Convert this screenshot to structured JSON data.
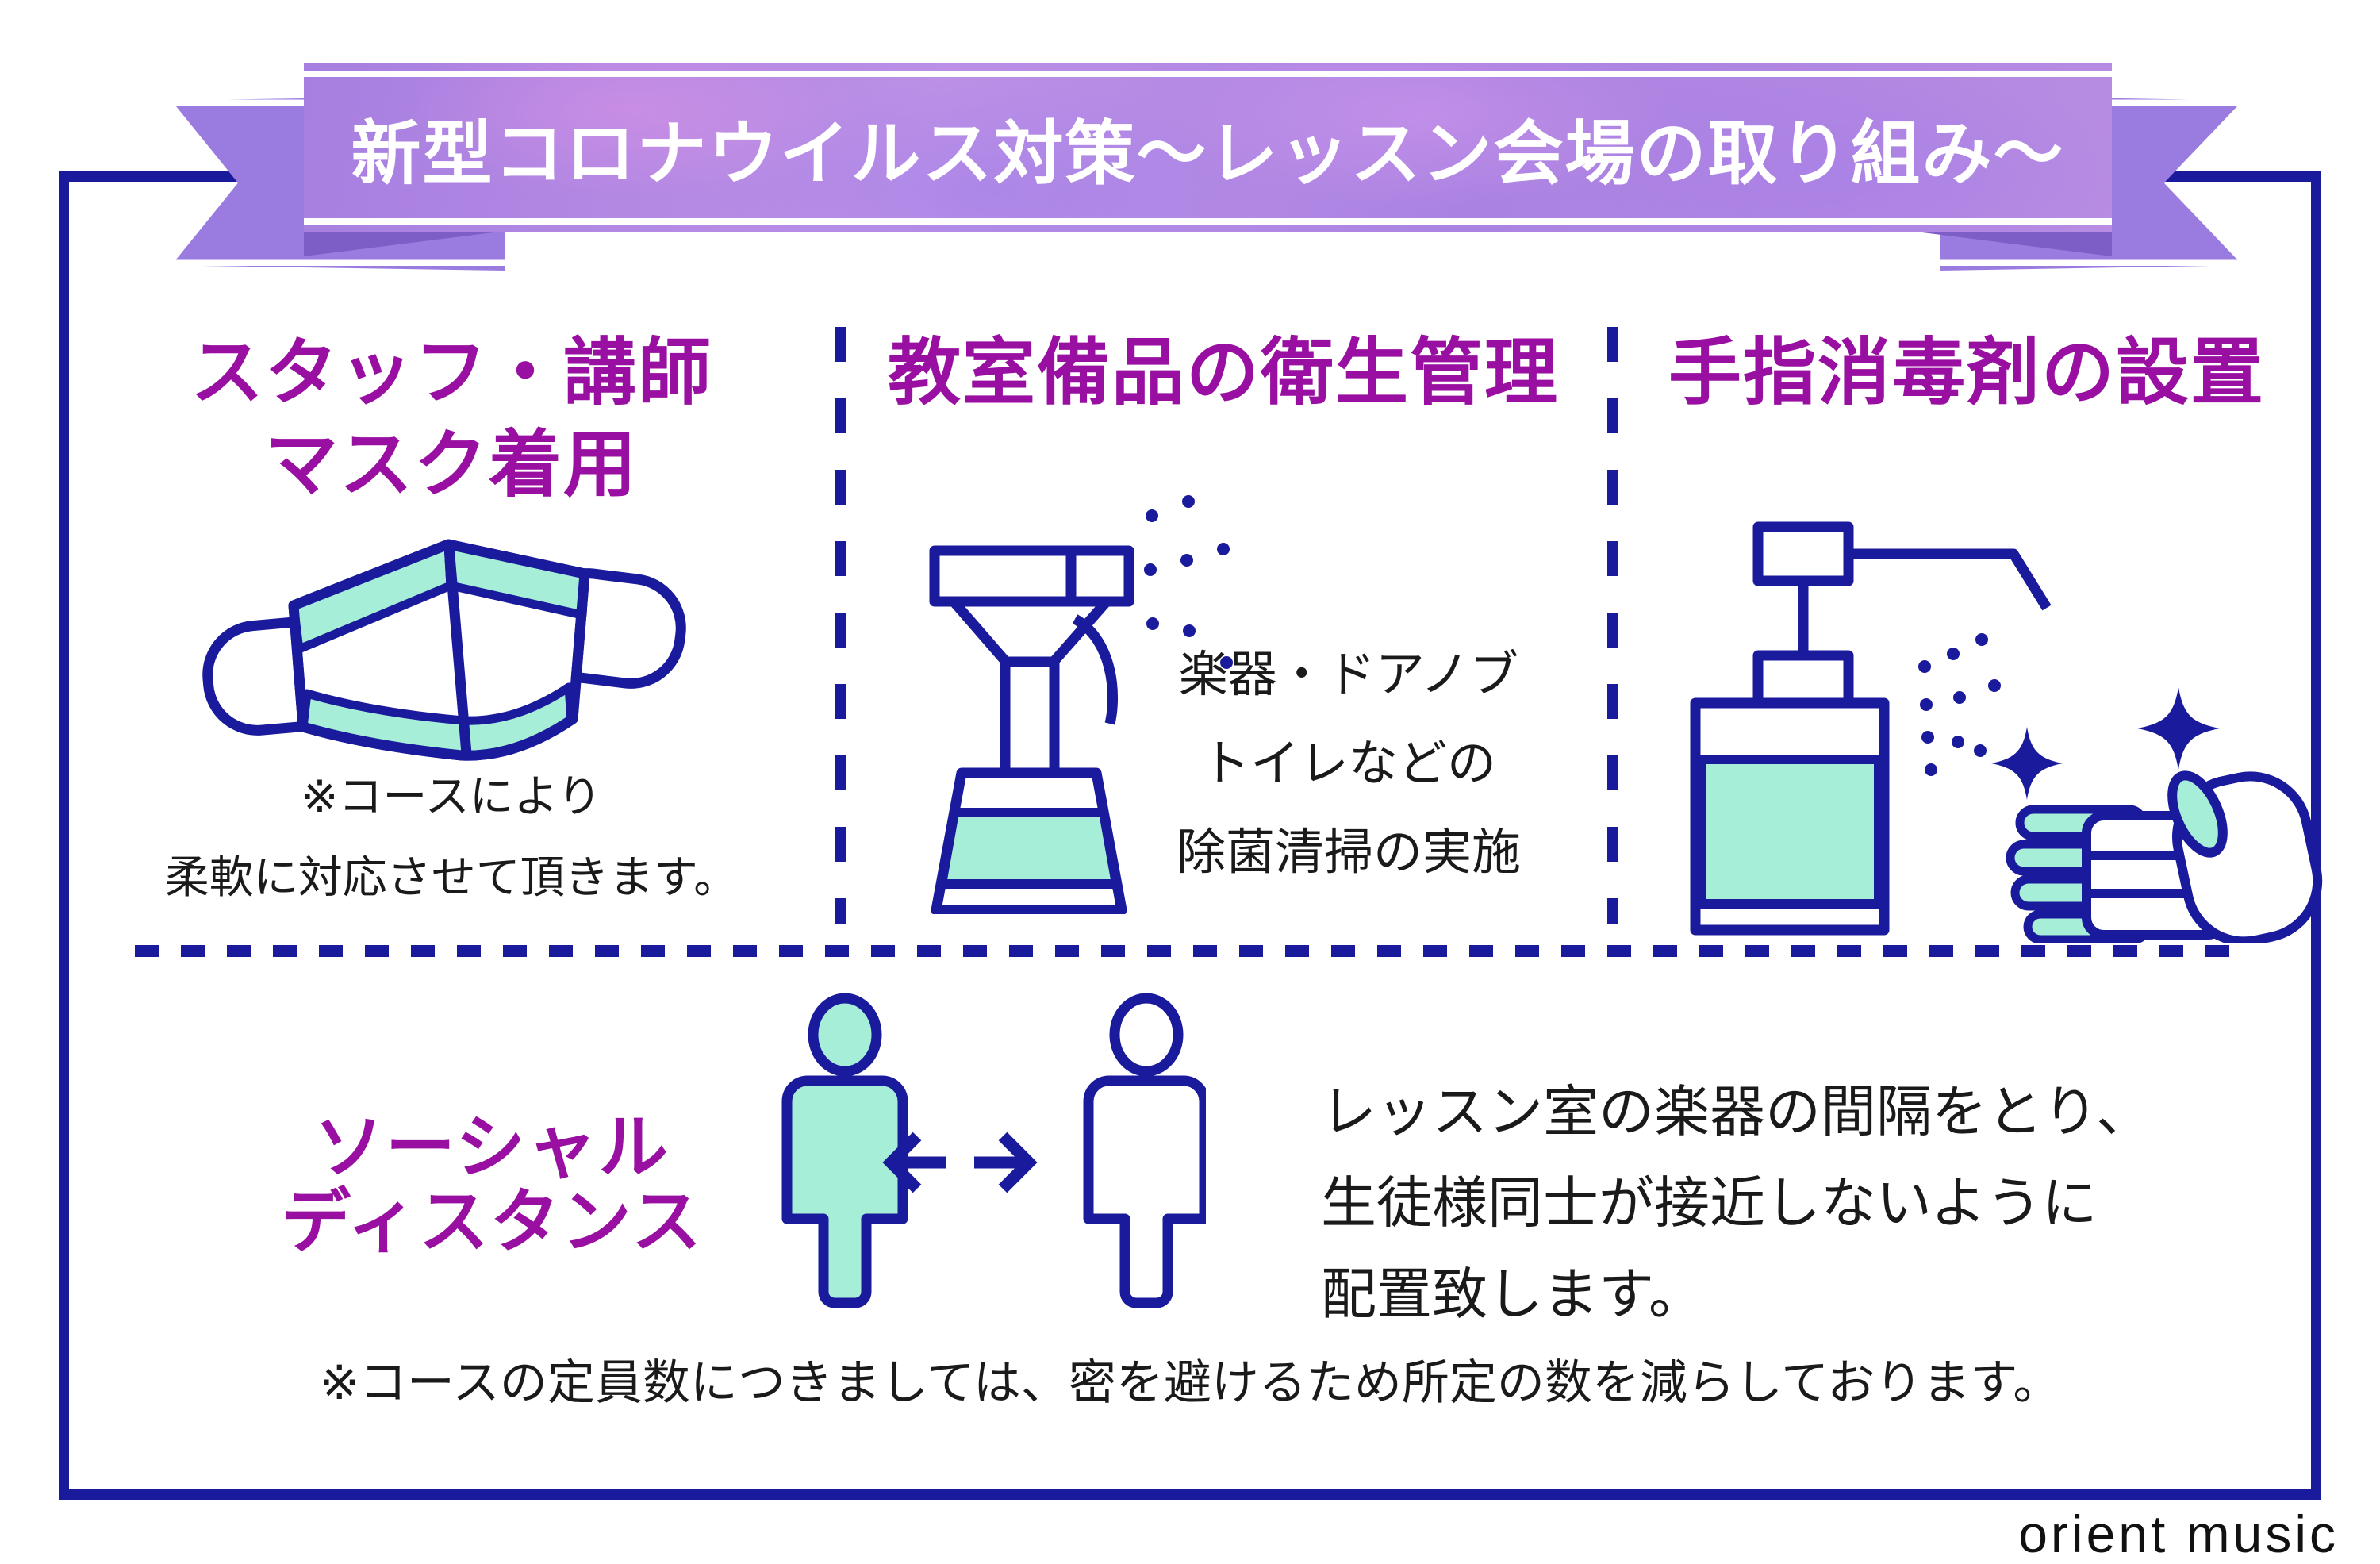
{
  "banner": {
    "title": "新型コロナウイルス対策～レッスン会場の取り組み～"
  },
  "columns": [
    {
      "id": "staff-mask",
      "heading_line1": "スタッフ・講師",
      "heading_line2": "マスク着用",
      "icon": "face-mask-icon",
      "note_line1": "※コースにより",
      "note_line2": "柔軟に対応させて頂きます。"
    },
    {
      "id": "equipment-hygiene",
      "heading": "教室備品の衛生管理",
      "icon": "spray-bottle-icon",
      "body_line1": "楽器・ドアノブ",
      "body_line2": "トイレなどの",
      "body_line3": "除菌清掃の実施"
    },
    {
      "id": "hand-sanitizer",
      "heading": "手指消毒剤の設置",
      "icon": "sanitizer-pump-and-hands-icon"
    }
  ],
  "social_distance": {
    "heading_line1": "ソーシャル",
    "heading_line2": "ディスタンス",
    "icon": "two-people-distance-icon",
    "desc_line1": "レッスン室の楽器の間隔をとり、",
    "desc_line2": "生徒様同士が接近しないように",
    "desc_line3": "配置致します。"
  },
  "footer": {
    "note": "※コースの定員数につきましては、密を避けるため所定の数を減らしております。",
    "logo": "orient music"
  },
  "colors": {
    "navy": "#1a1a9c",
    "mint": "#a7eed8",
    "heading_purple": "#990fa1",
    "ribbon_purple": "#ad85e2",
    "ribbon_tail_purple": "#9a7be0",
    "ribbon_fold_purple": "#7c5ec6",
    "text_black": "#1a1a1a",
    "background": "#ffffff"
  }
}
